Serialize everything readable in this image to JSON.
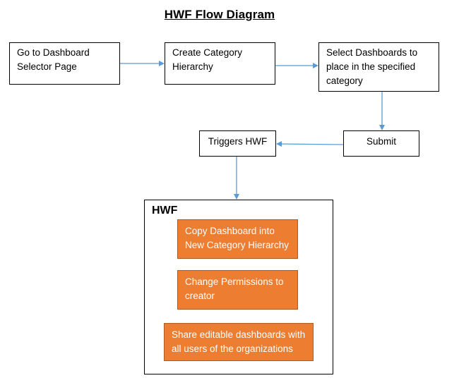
{
  "title": "HWF Flow Diagram",
  "nodes": {
    "goto_dashboard": "Go to Dashboard\nSelector Page",
    "create_category": "Create Category\nHierarchy",
    "select_dashboards": "Select Dashboards to\nplace in the specified\ncategory",
    "submit": "Submit",
    "triggers_hwf": "Triggers HWF"
  },
  "hwf": {
    "label": "HWF",
    "steps": [
      "Copy Dashboard into\nNew Category Hierarchy",
      "Change Permissions to\ncreator",
      "Share editable dashboards with\nall users of the organizations"
    ]
  },
  "colors": {
    "arrow": "#5b9bd5",
    "step_fill": "#ed7d31",
    "step_text": "#ffffff",
    "border": "#000000"
  }
}
